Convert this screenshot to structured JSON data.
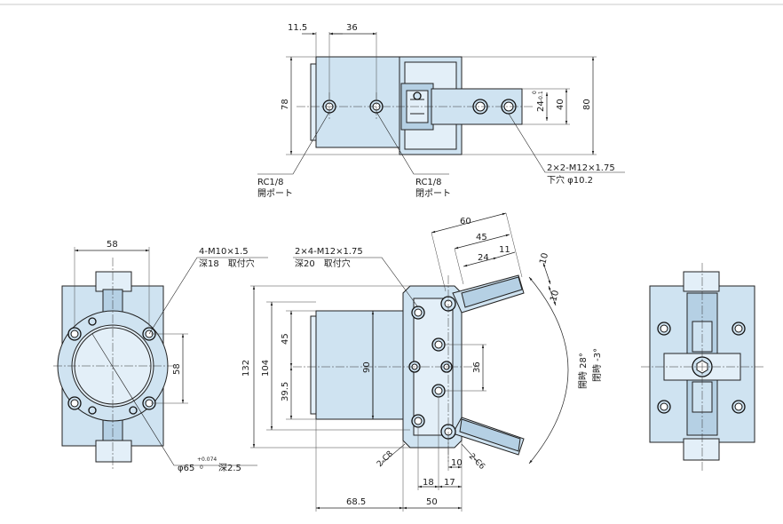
{
  "dimensions": {
    "top_11_5": "11.5",
    "top_36": "36",
    "top_78": "78",
    "top_80": "80",
    "top_40": "40",
    "top_24": "24",
    "tol_upper": "0",
    "tol_lower": "-0.1",
    "left_58_top": "58",
    "left_58_side": "58",
    "side_60": "60",
    "side_45_top": "45",
    "side_24": "24",
    "side_11": "11",
    "side_10_a": "10",
    "side_10_b": "10",
    "side_132": "132",
    "side_104": "104",
    "side_45": "45",
    "side_39_5": "39.5",
    "side_90": "90",
    "side_36": "36",
    "side_18": "18",
    "side_17": "17",
    "side_10_c": "10",
    "side_68_5": "68.5",
    "side_50": "50",
    "chamfer_1": "2-C8",
    "chamfer_2": "2-C6",
    "open_angle": "開時 28°",
    "close_angle": "閉時 -3°"
  },
  "callouts": {
    "port_left_size": "RC1/8",
    "port_left_name": "開ポート",
    "port_right_size": "RC1/8",
    "port_right_name": "閉ポート",
    "jaw_tap": "2×2-M12×1.75",
    "jaw_tap_hole": "下穴 φ10.2",
    "mount_tap": "4-M10×1.5",
    "mount_tap_depth": "深18　取付穴",
    "side_tap": "2×4-M12×1.75",
    "side_tap_depth": "深20　取付穴",
    "pilot_dia": "φ65",
    "pilot_tol_upper": "+0.074",
    "pilot_tol_lower": "0",
    "pilot_depth": "深2.5"
  },
  "icons": {
    "bolt_head": "hex-socket-bolt-icon",
    "hole": "threaded-hole-icon"
  },
  "colors": {
    "body_fill": "#cfe3f1",
    "outline": "#222222",
    "background": "#ffffff"
  }
}
